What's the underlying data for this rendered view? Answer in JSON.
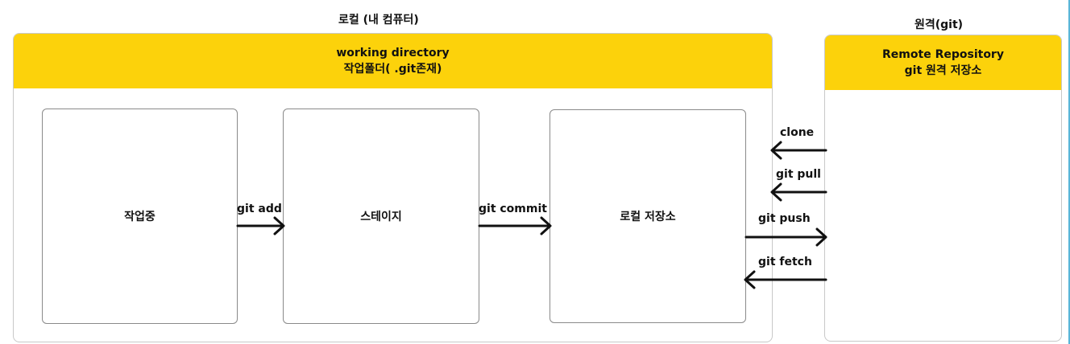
{
  "local_caption": "로컬 (내 컴퓨터)",
  "remote_caption": "원격(git)",
  "local_panel": {
    "title_line1": "working directory",
    "title_line2": "작업폴더( .git존재)"
  },
  "remote_panel": {
    "title_line1": "Remote Repository",
    "title_line2": "git 원격 저장소"
  },
  "stages": {
    "working": "작업중",
    "staging": "스테이지",
    "local_repo": "로컬 저장소"
  },
  "commands": {
    "add": "git add",
    "commit": "git commit",
    "clone": "clone",
    "pull": "git pull",
    "push": "git push",
    "fetch": "git fetch"
  },
  "colors": {
    "header": "#fcd20b",
    "arrow": "#111111"
  }
}
